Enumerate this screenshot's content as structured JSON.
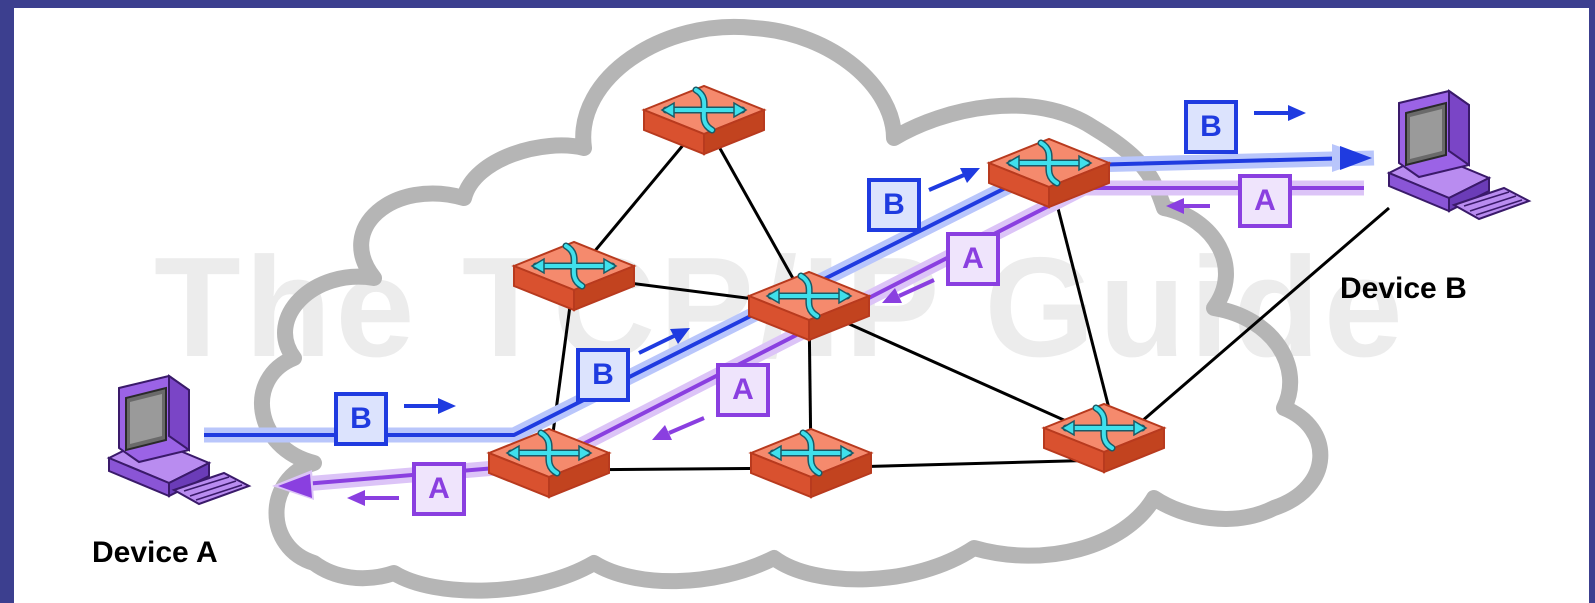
{
  "watermark": "The TCP/IP Guide",
  "devices": {
    "a": {
      "label": "Device A"
    },
    "b": {
      "label": "Device B"
    }
  },
  "packets": {
    "b_label": "B",
    "a_label": "A"
  },
  "colors": {
    "background_frame": "#3c3f8f",
    "cloud_outline": "#b5b5b5",
    "switch_fill": "#f26b4a",
    "switch_symbol": "#37d9e6",
    "path_b": "#1f3be0",
    "path_a": "#8a3fe0",
    "computer": "#9b63e6"
  }
}
